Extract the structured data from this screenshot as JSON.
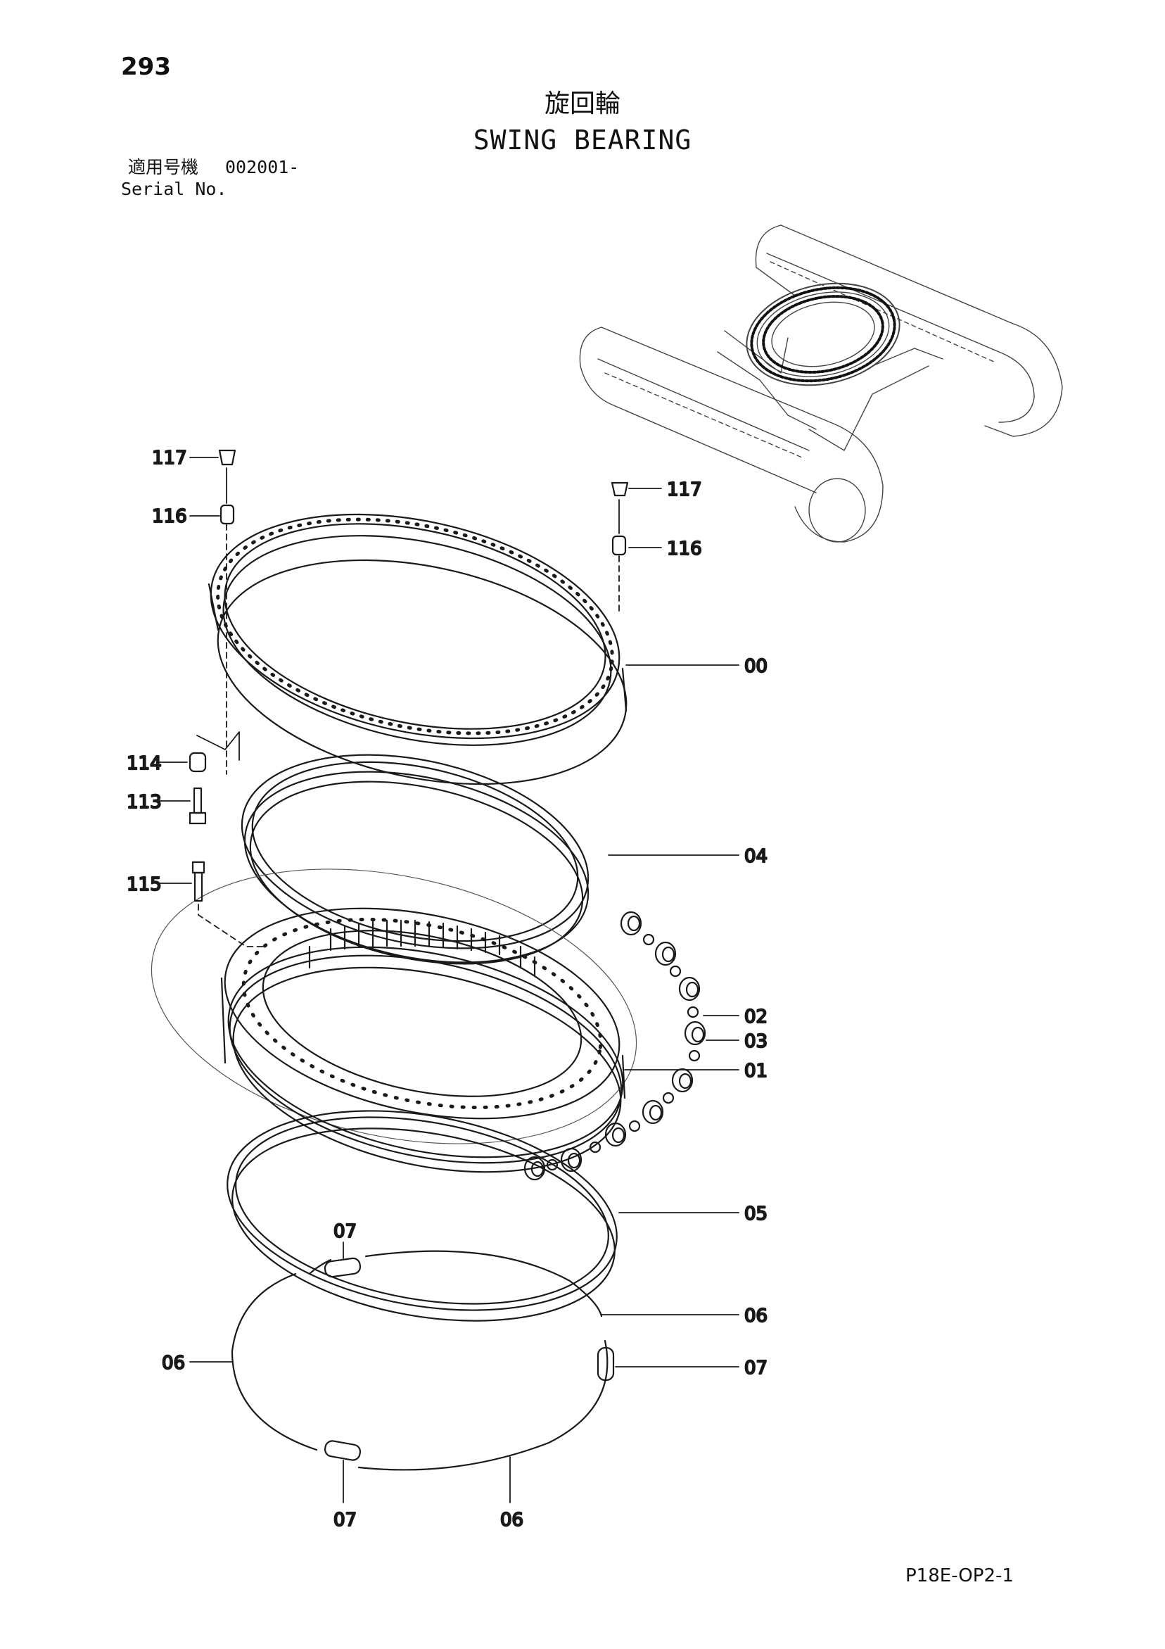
{
  "header": {
    "page_number": "293",
    "title_jp": "旋回輪",
    "title_en": "SWING BEARING",
    "serial_label_jp": "適用号機",
    "serial_number": "002001-",
    "serial_label_en": "Serial No."
  },
  "callouts": {
    "c117_left": "117",
    "c116_left": "116",
    "c117_right": "117",
    "c116_right": "116",
    "c00": "00",
    "c114": "114",
    "c113": "113",
    "c04": "04",
    "c115": "115",
    "c02": "02",
    "c03": "03",
    "c01": "01",
    "c05": "05",
    "c07_top": "07",
    "c06_right": "06",
    "c06_left": "06",
    "c07_right": "07",
    "c07_bottom": "07",
    "c06_bottom": "06"
  },
  "footer": {
    "drawing_code": "P18E-OP2-1"
  }
}
